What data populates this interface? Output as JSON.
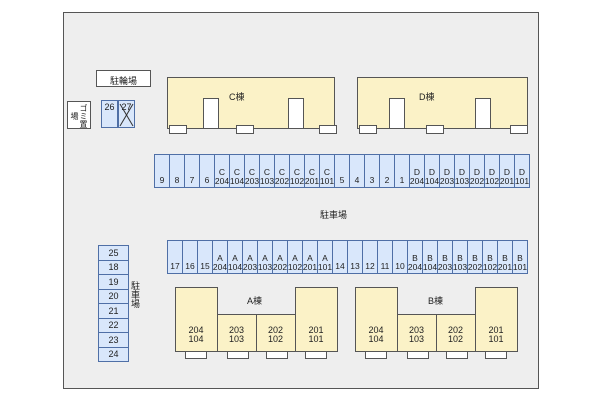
{
  "labels": {
    "bicycle_parking": "駐輪場",
    "garbage": "ゴミ置場",
    "parking_center": "駐車場",
    "parking_left": "駐車場",
    "building_c": "C棟",
    "building_d": "D棟",
    "building_a": "A棟",
    "building_b": "B棟"
  },
  "bike_slots": [
    "26",
    "27"
  ],
  "row_top": [
    "9",
    "8",
    "7",
    "6",
    "C\n204",
    "C\n104",
    "C\n203",
    "C\n103",
    "C\n202",
    "C\n102",
    "C\n201",
    "C\n101",
    "5",
    "4",
    "3",
    "2",
    "1",
    "D\n204",
    "D\n104",
    "D\n203",
    "D\n103",
    "D\n202",
    "D\n102",
    "D\n201",
    "D\n101"
  ],
  "row_mid": [
    "17",
    "16",
    "15",
    "A\n204",
    "A\n104",
    "A\n203",
    "A\n103",
    "A\n202",
    "A\n102",
    "A\n201",
    "A\n101",
    "14",
    "13",
    "12",
    "11",
    "10",
    "B\n204",
    "B\n104",
    "B\n203",
    "B\n103",
    "B\n202",
    "B\n102",
    "B\n201",
    "B\n101"
  ],
  "col_left": [
    "25",
    "18",
    "19",
    "20",
    "21",
    "22",
    "23",
    "24"
  ],
  "units_a": [
    [
      "204",
      "104"
    ],
    [
      "203",
      "103"
    ],
    [
      "202",
      "102"
    ],
    [
      "201",
      "101"
    ]
  ],
  "units_b": [
    [
      "204",
      "104"
    ],
    [
      "203",
      "103"
    ],
    [
      "202",
      "102"
    ],
    [
      "201",
      "101"
    ]
  ],
  "colors": {
    "building": "#fbf2c7",
    "parking": "#d9e7fb",
    "background": "#eeeeee"
  }
}
